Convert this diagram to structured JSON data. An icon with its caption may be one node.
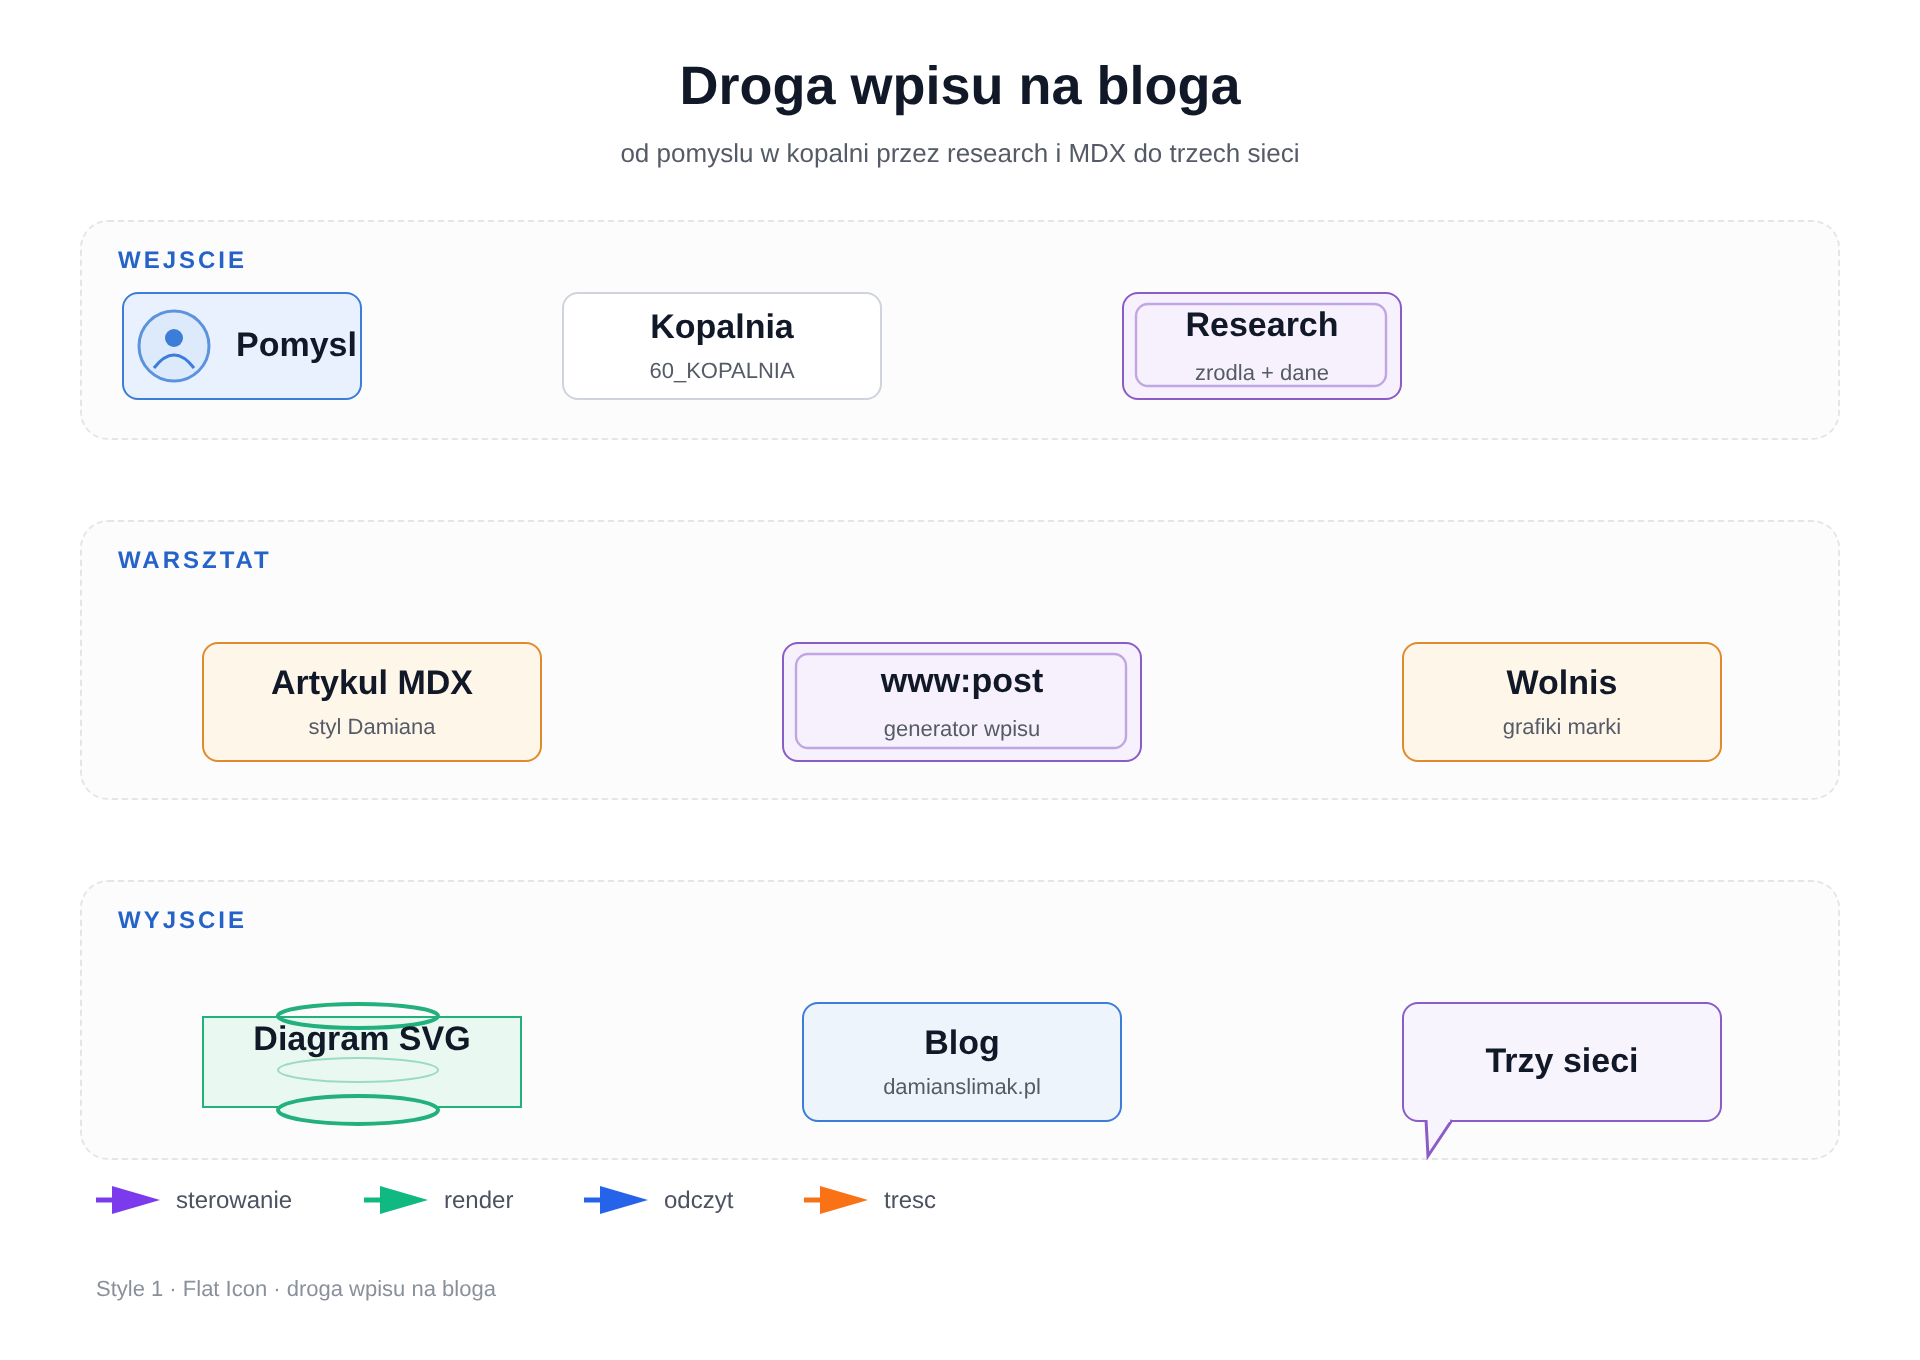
{
  "diagram": {
    "title": "Droga wpisu na bloga",
    "caption": "od pomyslu w kopalni przez research i MDX do trzech sieci",
    "nodes": [
      {
        "text": [
          "WEJSCIE"
        ]
      },
      {
        "text": [
          "Pomysl"
        ],
        "in": 0
      },
      {
        "text": [
          "Kopalnia",
          "60_KOPALNIA"
        ],
        "in": 0
      },
      {
        "text": [
          "Research",
          "zrodla + dane"
        ],
        "in": 0
      },
      {
        "text": [
          "WARSZTAT"
        ]
      },
      {
        "text": [
          "Artykul MDX",
          "styl Damiana"
        ],
        "in": 4
      },
      {
        "text": [
          "www:post",
          "generator wpisu"
        ],
        "in": 4
      },
      {
        "text": [
          "Wolnis",
          "grafiki marki"
        ],
        "in": 4
      },
      {
        "text": [
          "WYJSCIE"
        ]
      },
      {
        "text": [
          "Diagram SVG"
        ],
        "in": 8
      },
      {
        "text": [
          "Blog",
          "damianslimak.pl"
        ],
        "in": 8
      },
      {
        "text": [
          "Trzy sieci"
        ],
        "in": 8
      }
    ],
    "edges": [],
    "labels": [
      "Style 1 · Flat Icon · droga wpisu na bloga"
    ],
    "legend": [
      {
        "text": "sterowanie",
        "color": "#7c3aed"
      },
      {
        "text": "render",
        "color": "#10b981"
      },
      {
        "text": "odczyt",
        "color": "#2563eb"
      },
      {
        "text": "tresc",
        "color": "#f97316"
      }
    ]
  }
}
